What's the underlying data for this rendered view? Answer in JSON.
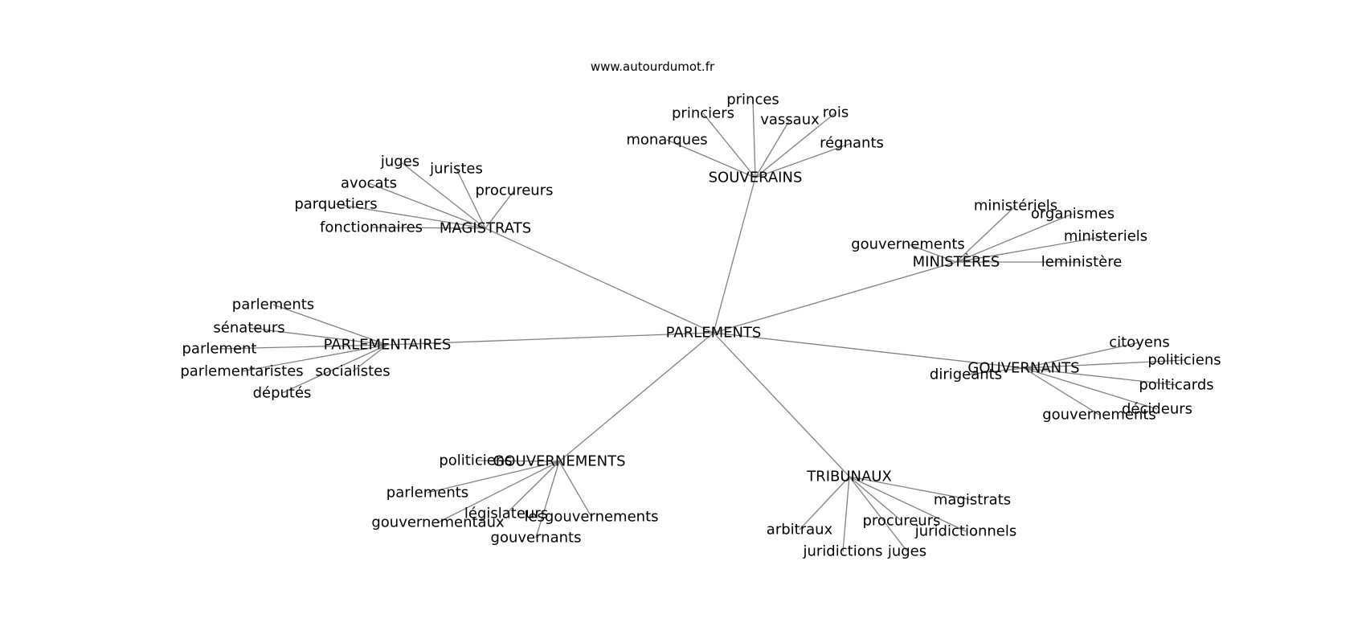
{
  "source": "www.autourdumot.fr",
  "root": "PARLEMENTS",
  "groups": [
    {
      "name": "SOUVERAINS",
      "words": [
        "monarques",
        "princiers",
        "princes",
        "vassaux",
        "rois",
        "régnants"
      ]
    },
    {
      "name": "MAGISTRATS",
      "words": [
        "juges",
        "juristes",
        "avocats",
        "procureurs",
        "parquetiers",
        "fonctionnaires"
      ]
    },
    {
      "name": "MINISTÈRES",
      "words": [
        "ministériels",
        "organismes",
        "gouvernements",
        "ministeriels",
        "leministère"
      ]
    },
    {
      "name": "PARLEMENTAIRES",
      "words": [
        "parlements",
        "sénateurs",
        "parlement",
        "parlementaristes",
        "socialistes",
        "députés"
      ]
    },
    {
      "name": "GOUVERNANTS",
      "words": [
        "citoyens",
        "politiciens",
        "dirigeants",
        "politicards",
        "décideurs",
        "gouvernements"
      ]
    },
    {
      "name": "GOUVERNEMENTS",
      "words": [
        "politiciens",
        "parlements",
        "législateurs",
        "lesgouvernements",
        "gouvernementaux",
        "gouvernants"
      ]
    },
    {
      "name": "TRIBUNAUX",
      "words": [
        "magistrats",
        "procureurs",
        "juridictionnels",
        "arbitraux",
        "juridictions",
        "juges"
      ]
    }
  ]
}
